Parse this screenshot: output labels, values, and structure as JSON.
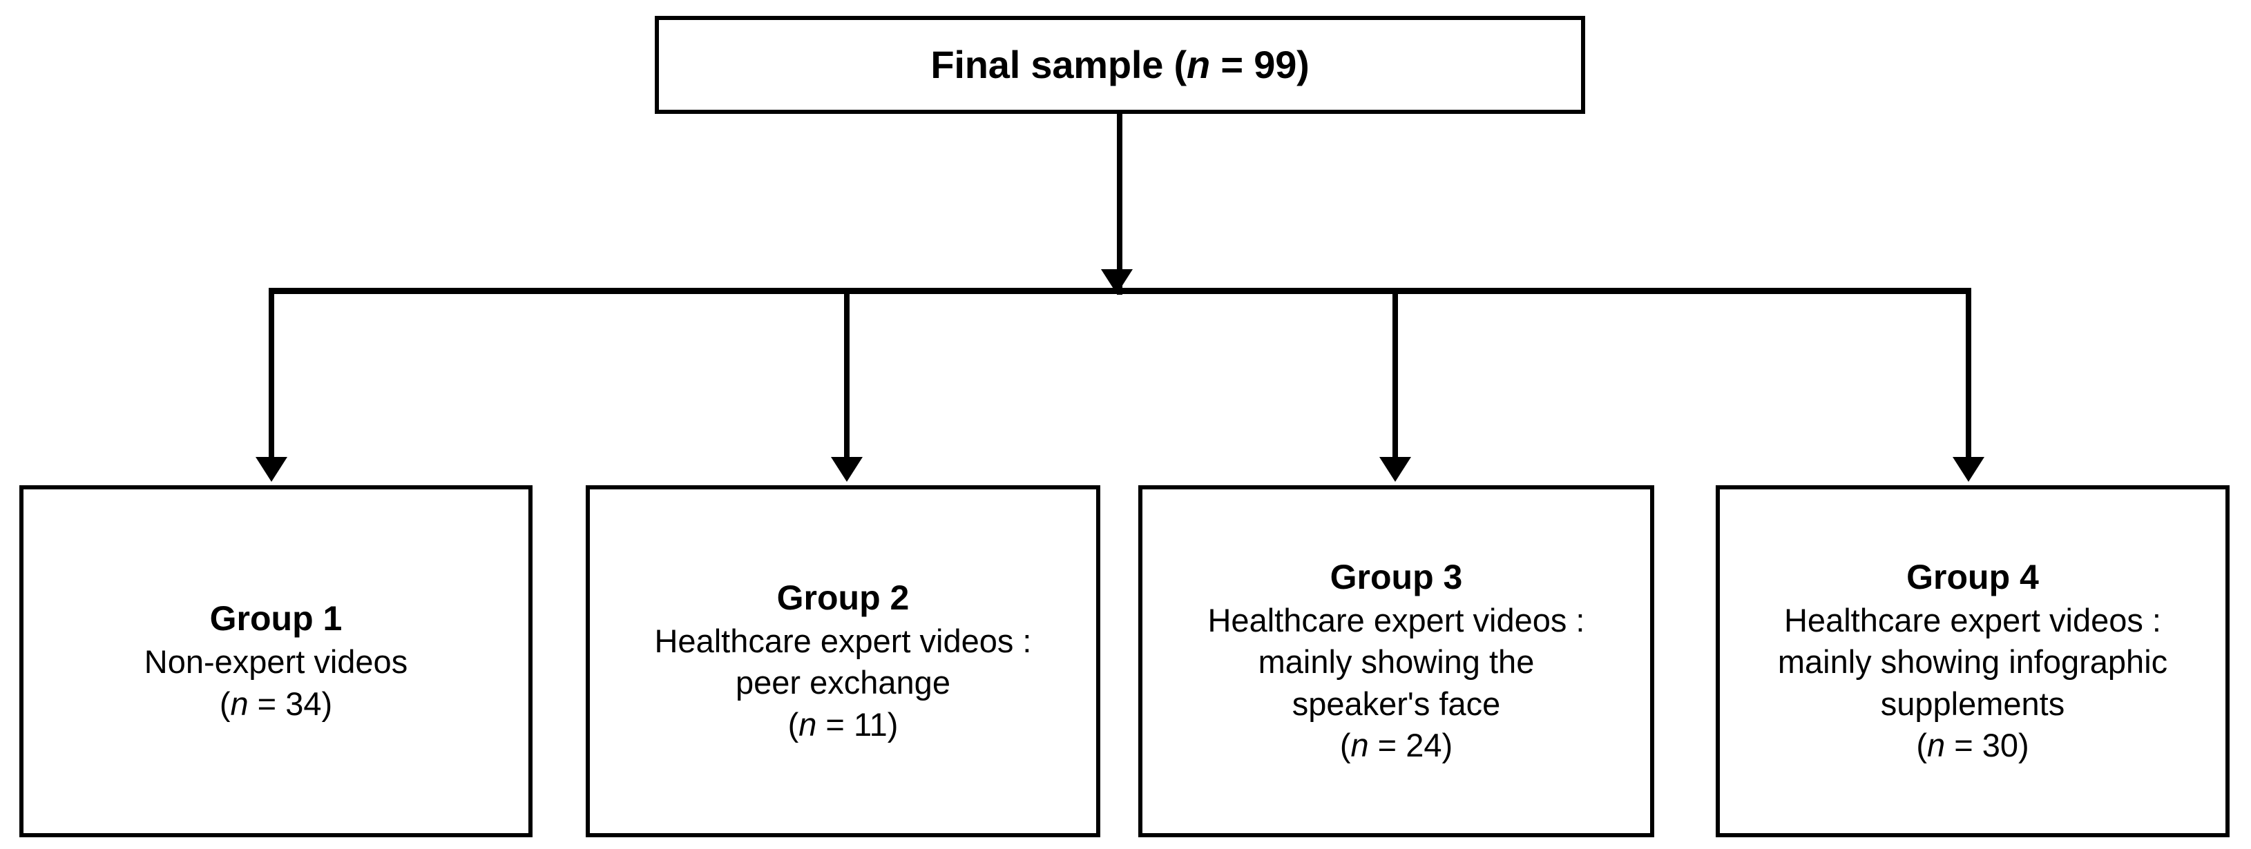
{
  "diagram": {
    "type": "flowchart",
    "orientation": "top-down",
    "root": {
      "label_prefix": "Final sample (",
      "symbol": "n",
      "label_mid": " = ",
      "count": "99",
      "label_suffix": ")"
    },
    "groups": [
      {
        "title": "Group 1",
        "lines": [
          "Non-expert videos"
        ],
        "n_open": "(",
        "symbol": "n",
        "n_eq": " = ",
        "count": "34",
        "n_close": ")"
      },
      {
        "title": "Group 2",
        "lines": [
          "Healthcare expert videos :",
          "peer exchange"
        ],
        "n_open": "(",
        "symbol": "n",
        "n_eq": " = ",
        "count": "11",
        "n_close": ")"
      },
      {
        "title": "Group 3",
        "lines": [
          "Healthcare expert videos :",
          "mainly showing the",
          "speaker's face"
        ],
        "n_open": "(",
        "symbol": "n",
        "n_eq": " = ",
        "count": "24",
        "n_close": ")"
      },
      {
        "title": "Group 4",
        "lines": [
          "Healthcare expert videos :",
          "mainly showing infographic",
          "supplements"
        ],
        "n_open": "(",
        "symbol": "n",
        "n_eq": " = ",
        "count": "30",
        "n_close": ")"
      }
    ],
    "colors": {
      "stroke": "#000000",
      "fill": "#ffffff",
      "text": "#000000"
    }
  }
}
